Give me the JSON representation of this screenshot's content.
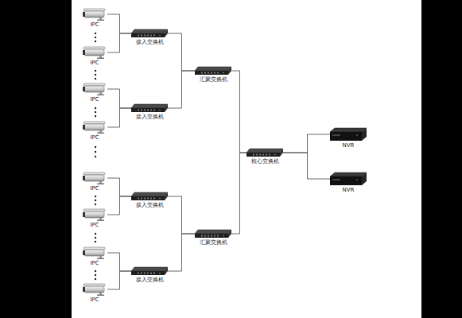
{
  "diagram": {
    "nodes": [
      {
        "text": [
          "IPC"
        ]
      },
      {
        "text": [
          "IPC"
        ]
      },
      {
        "text": [
          "IPC"
        ]
      },
      {
        "text": [
          "IPC"
        ]
      },
      {
        "text": [
          "IPC"
        ]
      },
      {
        "text": [
          "IPC"
        ]
      },
      {
        "text": [
          "IPC"
        ]
      },
      {
        "text": [
          "IPC"
        ]
      },
      {
        "text": [
          "接入交换机"
        ]
      },
      {
        "text": [
          "接入交换机"
        ]
      },
      {
        "text": [
          "接入交换机"
        ]
      },
      {
        "text": [
          "接入交换机"
        ]
      },
      {
        "text": [
          "汇聚交换机"
        ]
      },
      {
        "text": [
          "汇聚交换机"
        ]
      },
      {
        "text": [
          "核心交换机"
        ]
      },
      {
        "text": [
          "NVR"
        ]
      },
      {
        "text": [
          "NVR"
        ]
      }
    ],
    "edges": [
      {
        "from": 0,
        "to": 8,
        "arrow": "none"
      },
      {
        "from": 1,
        "to": 8,
        "arrow": "none"
      },
      {
        "from": 2,
        "to": 9,
        "arrow": "none"
      },
      {
        "from": 3,
        "to": 9,
        "arrow": "none"
      },
      {
        "from": 4,
        "to": 10,
        "arrow": "none"
      },
      {
        "from": 5,
        "to": 10,
        "arrow": "none"
      },
      {
        "from": 6,
        "to": 11,
        "arrow": "none"
      },
      {
        "from": 7,
        "to": 11,
        "arrow": "none"
      },
      {
        "from": 8,
        "to": 12,
        "arrow": "none"
      },
      {
        "from": 9,
        "to": 12,
        "arrow": "none"
      },
      {
        "from": 10,
        "to": 13,
        "arrow": "none"
      },
      {
        "from": 11,
        "to": 13,
        "arrow": "none"
      },
      {
        "from": 12,
        "to": 14,
        "arrow": "none"
      },
      {
        "from": 13,
        "to": 14,
        "arrow": "none"
      },
      {
        "from": 14,
        "to": 15,
        "arrow": "none"
      },
      {
        "from": 14,
        "to": 16,
        "arrow": "none"
      }
    ]
  }
}
